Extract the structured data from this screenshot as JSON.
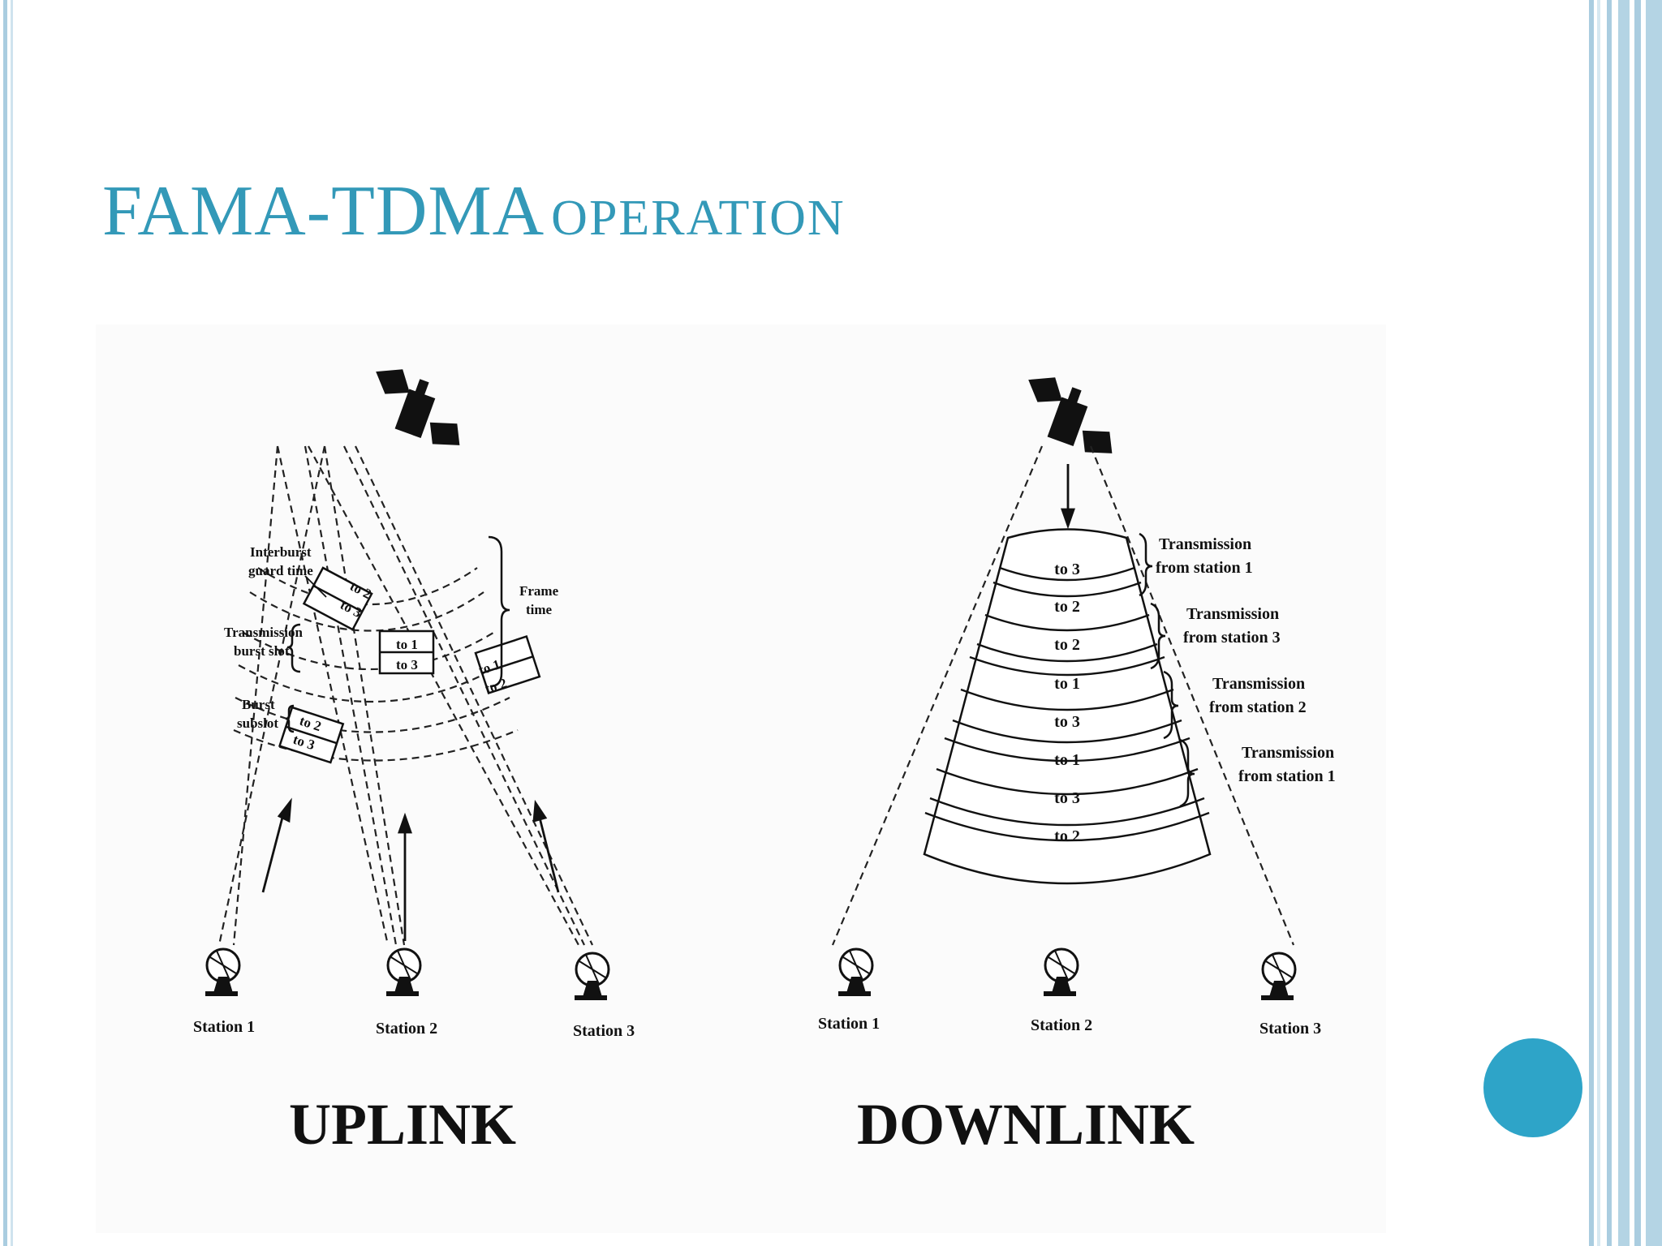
{
  "slide": {
    "title_main": "FAMA-TDMA",
    "title_rest": "OPERATION",
    "colors": {
      "title": "#3399b8",
      "badge": "#2ea4c8",
      "rules": "#aacde0"
    }
  },
  "uplink": {
    "caption": "UPLINK",
    "labels": {
      "interburst": [
        "Interburst",
        "guard time"
      ],
      "frame": [
        "Frame",
        "time"
      ],
      "burst_slot": [
        "Transmission",
        "burst slot"
      ],
      "subslot": [
        "Burst",
        "subslot"
      ]
    },
    "bursts": {
      "station1_upper": [
        "to 2",
        "to 3"
      ],
      "station2": [
        "to 1",
        "to 3"
      ],
      "station3": [
        "to 1",
        "to 2"
      ],
      "station1_lower": [
        "to 2",
        "to 3"
      ]
    },
    "stations": [
      "Station 1",
      "Station 2",
      "Station 3"
    ]
  },
  "downlink": {
    "caption": "DOWNLINK",
    "slots": [
      "to 3",
      "to 2",
      "to 2",
      "to 1",
      "to 3",
      "to 1",
      "to 3",
      "to 2"
    ],
    "transmissions": [
      [
        "Transmission",
        "from station 1"
      ],
      [
        "Transmission",
        "from station 3"
      ],
      [
        "Transmission",
        "from station 2"
      ],
      [
        "Transmission",
        "from station 1"
      ]
    ],
    "stations": [
      "Station 1",
      "Station 2",
      "Station 3"
    ]
  }
}
